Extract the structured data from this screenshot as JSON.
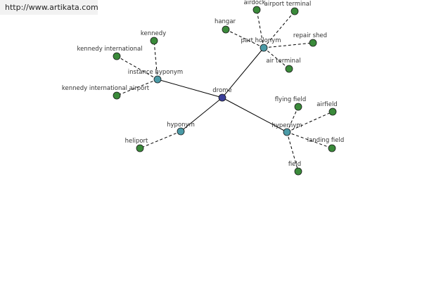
{
  "watermark": {
    "url": "http://www.artikata.com"
  },
  "graph": {
    "center": "drome",
    "relations": [
      "instance hyponym",
      "part holonym",
      "hyponym",
      "hypernym"
    ],
    "instance_hyponym": [
      "kennedy",
      "kennedy international",
      "kennedy international airport"
    ],
    "part_holonym": [
      "airdock",
      "airport terminal",
      "hangar",
      "repair shed",
      "air terminal"
    ],
    "hyponym": [
      "heliport"
    ],
    "hypernym": [
      "flying field",
      "airfield",
      "landing field",
      "field"
    ]
  },
  "colors": {
    "center_node": "#3b3f9a",
    "relation_node": "#4a9aa6",
    "leaf_node": "#3a8a3a",
    "edge": "#000000"
  }
}
